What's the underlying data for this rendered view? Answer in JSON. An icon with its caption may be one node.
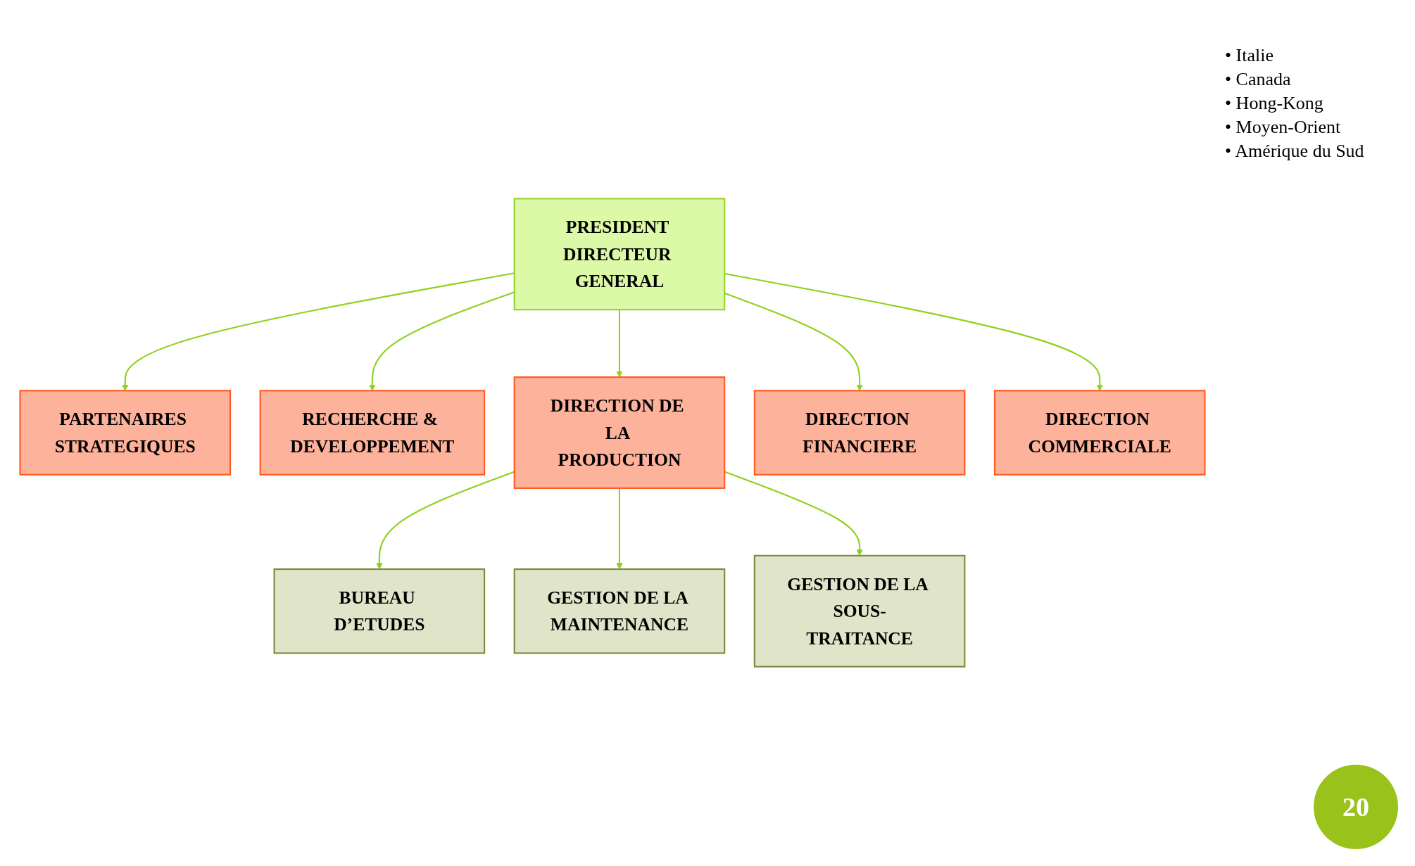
{
  "diagram": {
    "nodes": [
      {
        "text": [
          "PRESIDENT DIRECTEUR GENERAL"
        ]
      },
      {
        "text": [
          "PARTENAIRES STRATEGIQUES"
        ]
      },
      {
        "text": [
          "RECHERCHE & DEVELOPPEMENT"
        ]
      },
      {
        "text": [
          "DIRECTION DE LA PRODUCTION"
        ]
      },
      {
        "text": [
          "DIRECTION FINANCIERE"
        ]
      },
      {
        "text": [
          "DIRECTION COMMERCIALE"
        ],
        "beside": [
          "• Italie",
          "• Canada",
          "• Hong-Kong",
          "• Moyen-Orient",
          "• Amérique du Sud"
        ]
      },
      {
        "text": [
          "BUREAU D’ETUDES"
        ]
      },
      {
        "text": [
          "GESTION DE LA SOUS-TRAITANCE"
        ]
      },
      {
        "text": [
          "GESTION DE LA MAINTENANCE"
        ]
      }
    ],
    "edges": [
      {
        "from": 0,
        "to": 1,
        "arrow": "to"
      },
      {
        "from": 0,
        "to": 2,
        "arrow": "to"
      },
      {
        "from": 0,
        "to": 3,
        "arrow": "to"
      },
      {
        "from": 0,
        "to": 4,
        "arrow": "to"
      },
      {
        "from": 0,
        "to": 5,
        "arrow": "to"
      },
      {
        "from": 3,
        "to": 6,
        "arrow": "to"
      },
      {
        "from": 3,
        "to": 8,
        "arrow": "to"
      },
      {
        "from": 3,
        "to": 7,
        "arrow": "to"
      }
    ],
    "labels": [
      "20"
    ]
  }
}
